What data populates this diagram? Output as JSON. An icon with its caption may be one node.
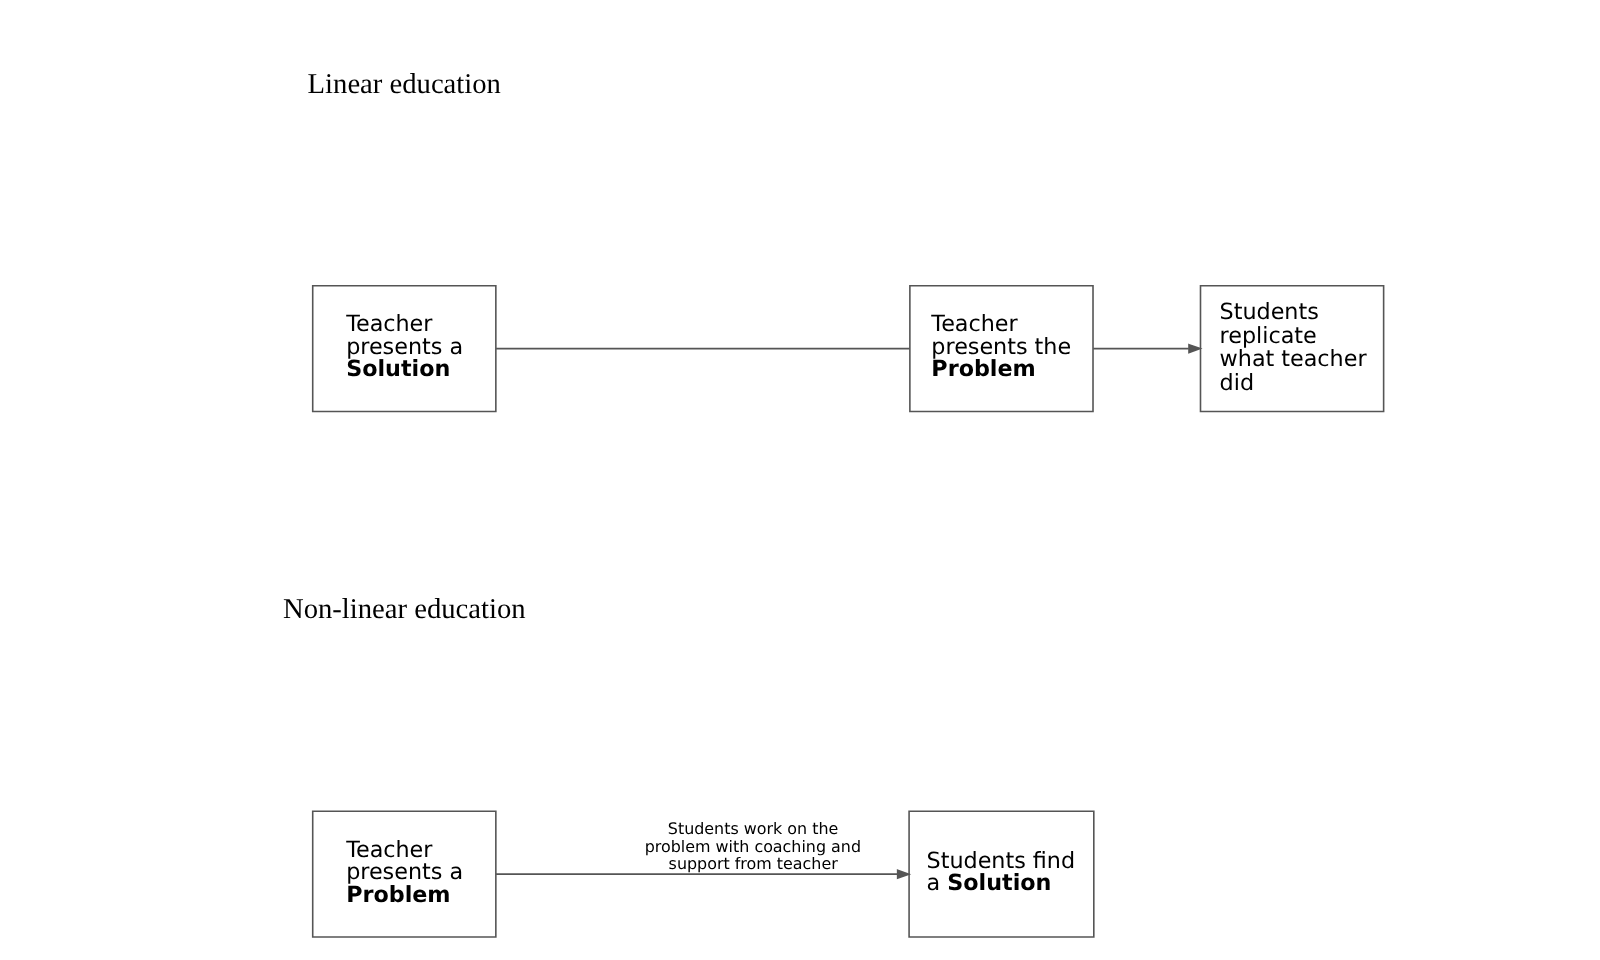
{
  "diagram": {
    "nodes": [
      {
        "text": [
          "Teacher presents a **Solution**"
        ]
      },
      {
        "text": [
          "Teacher presents the **Problem**"
        ]
      },
      {
        "text": [
          "Students replicate what teacher did"
        ]
      },
      {
        "text": [
          "Teacher presents a **Problem**"
        ]
      },
      {
        "text": [
          "Students find a **Solution**"
        ]
      }
    ],
    "edges": [
      {
        "from": 0,
        "to": 1,
        "arrow": "none"
      },
      {
        "from": 1,
        "to": 2,
        "arrow": "to"
      },
      {
        "from": 3,
        "to": 4,
        "arrow": "to",
        "label": "Students work on the problem with coaching and support from teacher"
      }
    ],
    "labels": [
      "Linear education",
      "Non-linear education"
    ]
  }
}
